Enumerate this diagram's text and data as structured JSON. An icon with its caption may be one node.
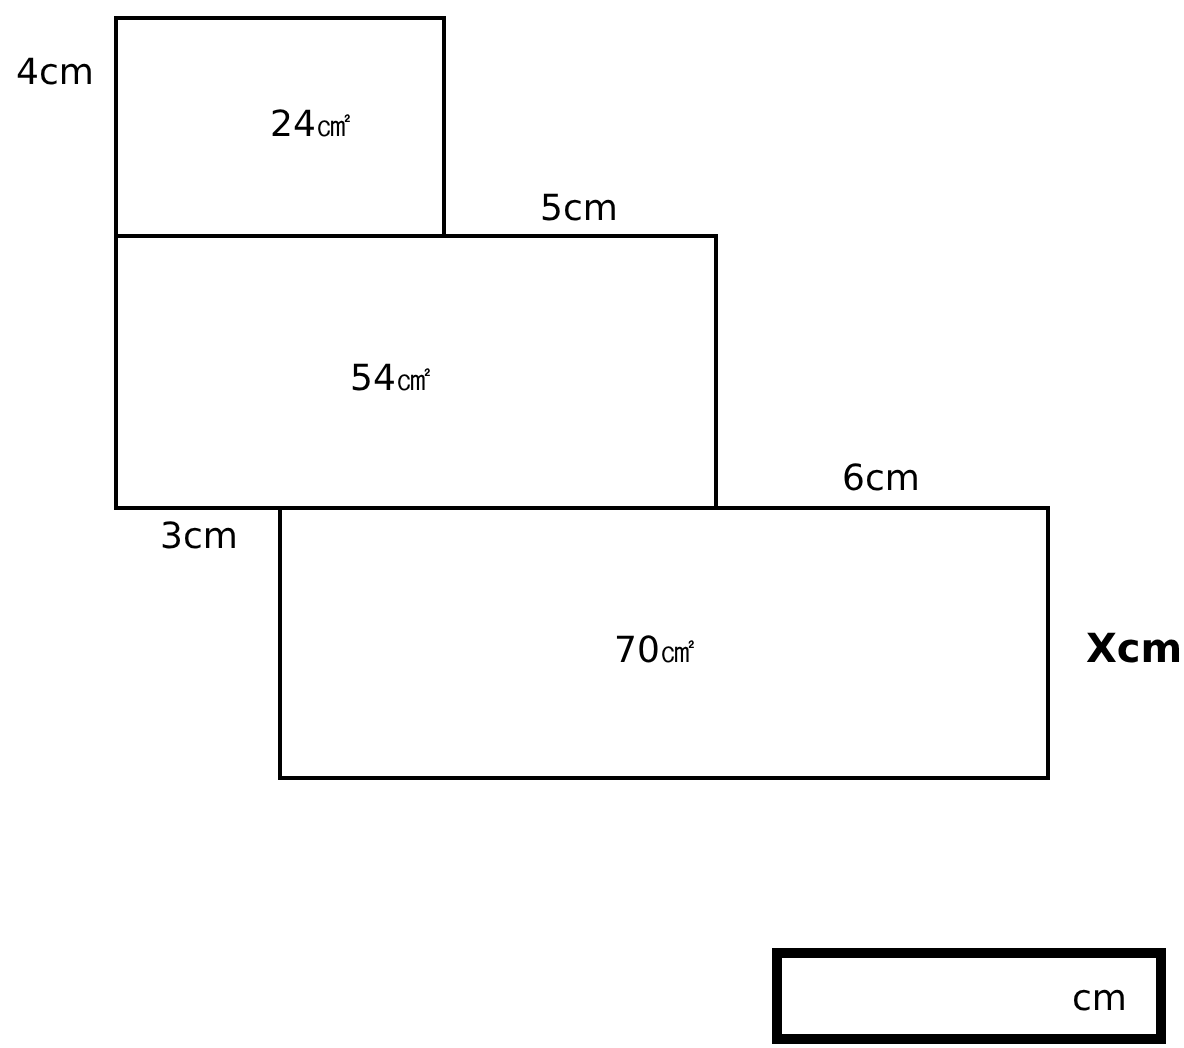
{
  "diagram": {
    "nodes": [
      {
        "text": [
          "24㎠"
        ]
      },
      {
        "text": [
          "54㎠"
        ]
      },
      {
        "text": [
          "70㎠"
        ]
      },
      {
        "text": [
          "cm"
        ]
      }
    ],
    "labels": [
      "4cm",
      "5cm",
      "6cm",
      "3cm",
      "Xcm"
    ]
  }
}
